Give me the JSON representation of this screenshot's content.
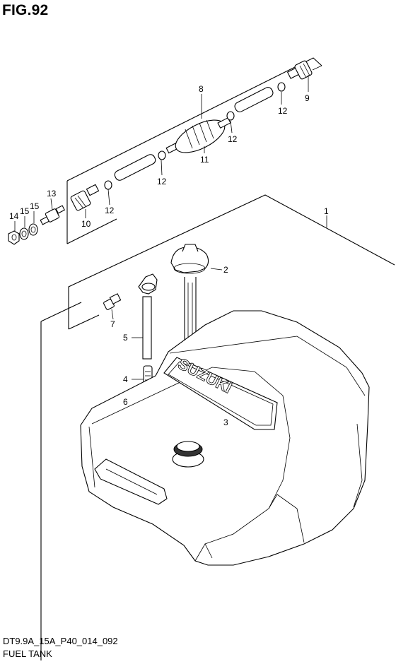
{
  "figure": {
    "title": "FIG.92",
    "model_code": "DT9.9A_15A_P40_014_092",
    "name": "FUEL TANK"
  },
  "callouts": {
    "p1": "1",
    "p2": "2",
    "p3": "3",
    "p4": "4",
    "p5": "5",
    "p6": "6",
    "p7": "7",
    "p8": "8",
    "p9": "9",
    "p10": "10",
    "p11": "11",
    "p12a": "12",
    "p12b": "12",
    "p12c": "12",
    "p12d": "12",
    "p13": "13",
    "p14": "14",
    "p15a": "15",
    "p15b": "15"
  },
  "tank": {
    "emboss_text": "SUZUKI"
  }
}
